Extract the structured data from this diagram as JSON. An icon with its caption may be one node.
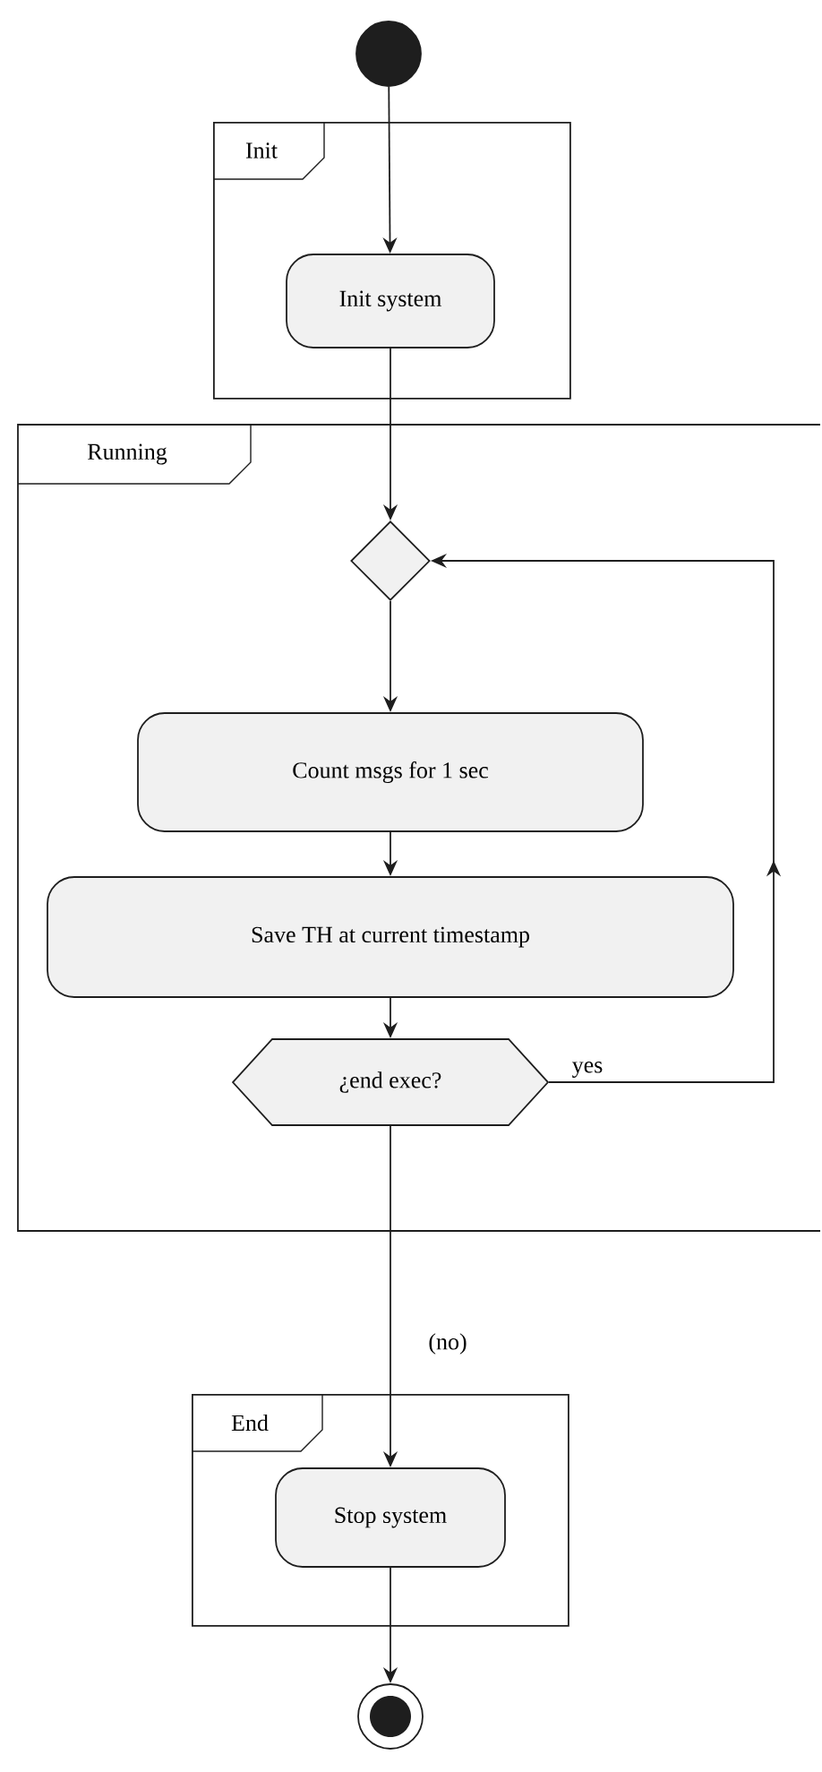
{
  "diagram": {
    "nodes": [
      {
        "text": [],
        "shape": "circle"
      },
      {
        "text": [
          "Init"
        ]
      },
      {
        "text": [
          "Init system"
        ],
        "in": 1
      },
      {
        "text": [
          "Running"
        ]
      },
      {
        "text": [],
        "shape": "diamond",
        "in": 3
      },
      {
        "text": [
          "Count msgs for 1 sec"
        ],
        "in": 3
      },
      {
        "text": [
          "Save TH at current timestamp"
        ],
        "in": 3
      },
      {
        "text": [
          "¿end exec?"
        ],
        "in": 3
      },
      {
        "text": [
          "End"
        ]
      },
      {
        "text": [
          "Stop system"
        ],
        "in": 8
      },
      {
        "text": [],
        "shape": "bullseye"
      }
    ],
    "edges": [
      {
        "from": 0,
        "to": 2,
        "arrow": "to"
      },
      {
        "from": 2,
        "to": 4,
        "arrow": "to"
      },
      {
        "from": 4,
        "to": 5,
        "arrow": "to"
      },
      {
        "from": 5,
        "to": 6,
        "arrow": "to"
      },
      {
        "from": 6,
        "to": 7,
        "arrow": "to"
      },
      {
        "from": 7,
        "to": 4,
        "arrow": "to",
        "label": "yes"
      },
      {
        "from": 7,
        "to": 9,
        "arrow": "to",
        "label": "(no)"
      },
      {
        "from": 9,
        "to": 10,
        "arrow": "to"
      }
    ]
  }
}
